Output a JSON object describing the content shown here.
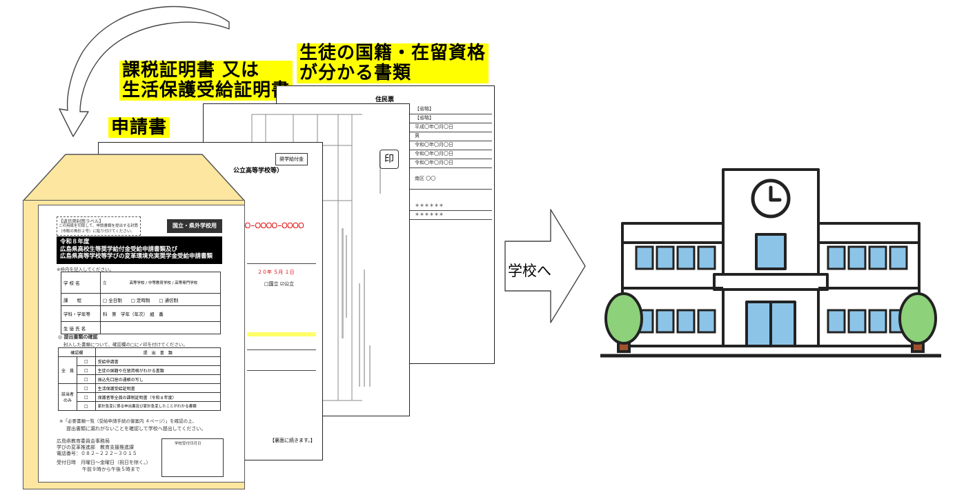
{
  "labels": {
    "student_docs": "生徒の国籍・在留資格\nが分かる書類",
    "tax_cert": "課税証明書 又は\n生活保護受給証明書",
    "application": "申請書",
    "to_school": "学校へ"
  },
  "juuminhyou": {
    "title": "住民票",
    "rows": [
      "【省略】",
      "【省略】",
      "平成〇年〇月〇日",
      "男",
      "令和〇年〇月〇日",
      "令和〇年〇月〇日",
      "令和〇年〇月〇日",
      "南区 〇〇",
      "＊＊＊＊＊＊",
      "＊＊＊＊＊＊"
    ]
  },
  "tax_sheet": {
    "stamp": "印"
  },
  "application_sheet": {
    "tag": "奨学給付金",
    "heading": "公立高等学校等）",
    "number": "〇〇〇−〇〇〇〇−〇〇〇〇",
    "date": "２０年 ５月 １日",
    "check": "□国立 ☑公立",
    "footer": "【裏面に続きます。】"
  },
  "envelope_form": {
    "note_line1": "【返信用封筒ラベル】",
    "note_line2": "この用紙を切取して、申請書類を提出する封筒",
    "note_line3": "（市販の角形２号）に貼り付けてください。",
    "tag": "国立・県外学校用",
    "title_line1": "令和８年度",
    "title_line2": "広島県高校生等奨学給付金受給申請書類及び",
    "title_line3": "広島県高等学校等学びの変革環境充実奨学金受給申請書類",
    "instruction": "※枠内を記入してください。",
    "fields": [
      {
        "label": "学 校 名",
        "value": "立　　　　　　高等学校 / 中等教育学校 / 高等専門学校"
      },
      {
        "label": "課　　程",
        "value": "□ 全日制　　□ 定時制　　□ 通信制"
      },
      {
        "label": "学科・学年等",
        "value": "科　第　学年（年次）　組　番"
      },
      {
        "label": "生 徒 氏 名",
        "value": ""
      }
    ],
    "docs_title": "◎ 提出書類の確認",
    "docs_sub": "封入した書類について、確認欄の□に✓印を付けてください。",
    "docs_header": [
      "確認欄",
      "提　出　書　類"
    ],
    "docs": [
      {
        "group": "全　員",
        "check": "□",
        "name": "受給申請書"
      },
      {
        "group": "",
        "check": "□",
        "name": "生徒の国籍や在留資格がわかる書類"
      },
      {
        "group": "",
        "check": "□",
        "name": "振込先口座の通帳の写し"
      },
      {
        "group": "該当者のみ",
        "check": "□",
        "name": "生活保護受給証明書"
      },
      {
        "group": "",
        "check": "□",
        "name": "保護者等全員の課税証明書（令和８年度）"
      },
      {
        "group": "",
        "check": "□",
        "name": "家計急変に係る申出書及び家計急変したことがわかる書類"
      }
    ],
    "note1": "※「必要書類一覧（受給申請手続の御案内 ４ページ）」を確認の上、",
    "note2": "提出書類に漏れがないことを確認して学校へ提出してください。",
    "org1": "広島県教育委員会事務局",
    "org2": "学びの変革推進部　教育支援推進課",
    "phone": "電話番号：０８２−２２２−３０１５",
    "hours1": "受付日時　月曜日〜金曜日（祝日を除く。）",
    "hours2": "午前９時から午後５時まで",
    "receipt_box": "学校受付印月日"
  },
  "colors": {
    "highlight": "#ffff00",
    "envelope": "#fde7a0",
    "building_blue": "#8cc4e8",
    "tree_green": "#8dd17a",
    "trunk": "#a0522d"
  },
  "icons": [
    "curved-arrow-icon",
    "right-arrow-icon",
    "school-building-icon",
    "clock-icon"
  ]
}
